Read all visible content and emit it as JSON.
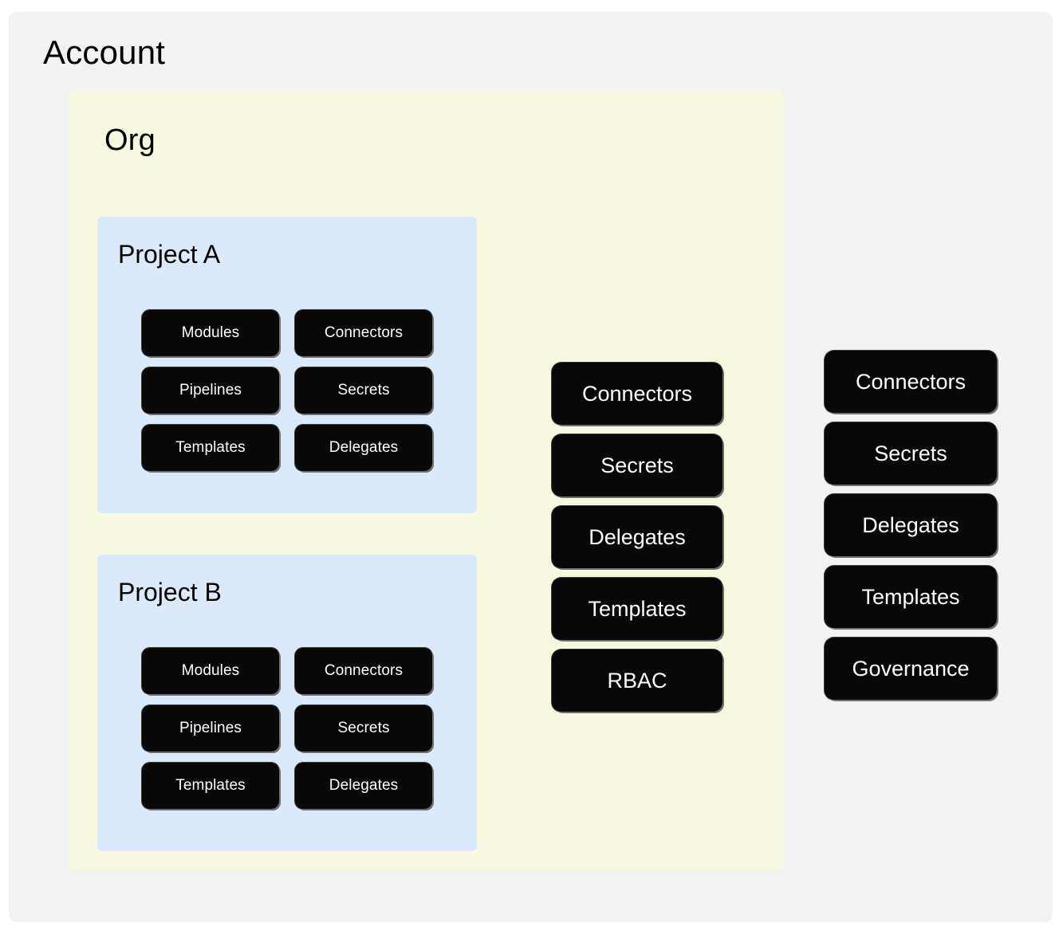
{
  "colors": {
    "page_background": "#ffffff",
    "account_panel": "#f2f2f3",
    "org_panel": "#f6f8e0",
    "project_panel": "#daeafb",
    "chip_background": "#080808",
    "chip_text": "#ffffff",
    "chip_shadow": "#6d6d6d"
  },
  "account": {
    "title": "Account",
    "resources": [
      {
        "label": "Connectors"
      },
      {
        "label": "Secrets"
      },
      {
        "label": "Delegates"
      },
      {
        "label": "Templates"
      },
      {
        "label": "Governance"
      }
    ]
  },
  "org": {
    "title": "Org",
    "resources": [
      {
        "label": "Connectors"
      },
      {
        "label": "Secrets"
      },
      {
        "label": "Delegates"
      },
      {
        "label": "Templates"
      },
      {
        "label": "RBAC"
      }
    ]
  },
  "projects": [
    {
      "title": "Project A",
      "resources": [
        {
          "label": "Modules"
        },
        {
          "label": "Connectors"
        },
        {
          "label": "Pipelines"
        },
        {
          "label": "Secrets"
        },
        {
          "label": "Templates"
        },
        {
          "label": "Delegates"
        }
      ]
    },
    {
      "title": "Project B",
      "resources": [
        {
          "label": "Modules"
        },
        {
          "label": "Connectors"
        },
        {
          "label": "Pipelines"
        },
        {
          "label": "Secrets"
        },
        {
          "label": "Templates"
        },
        {
          "label": "Delegates"
        }
      ]
    }
  ]
}
